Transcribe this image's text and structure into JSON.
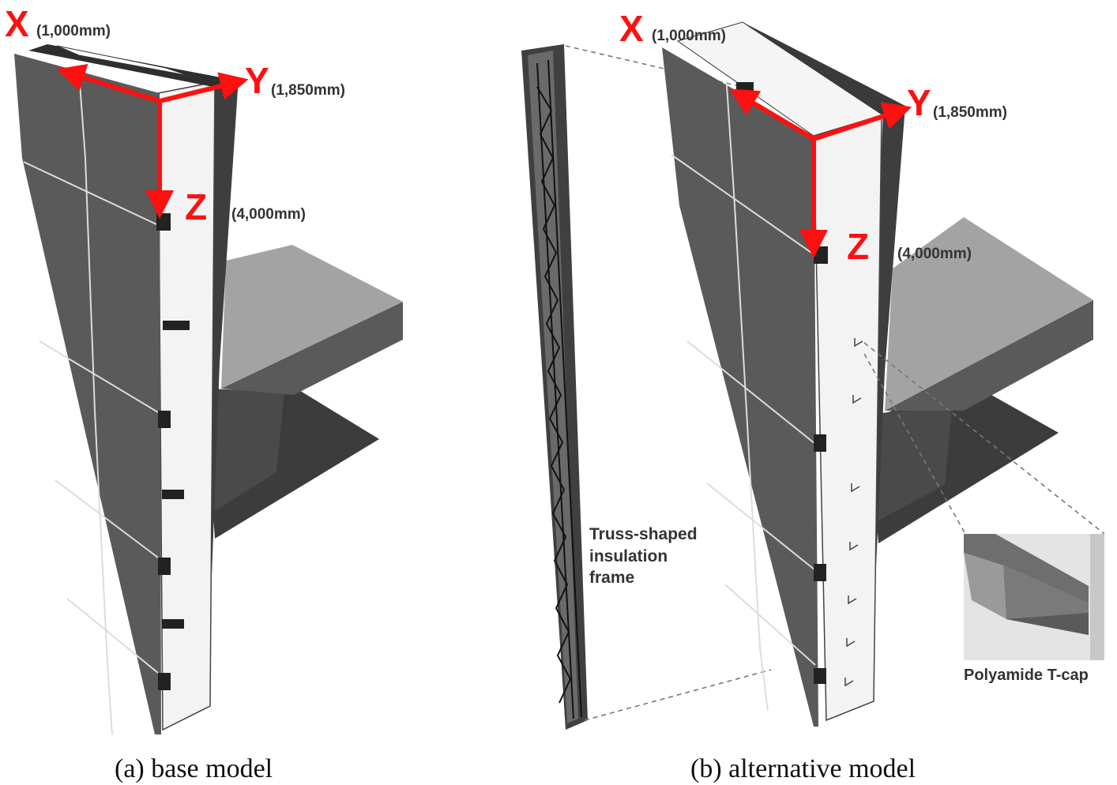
{
  "panel_a": {
    "axis_x": "X",
    "axis_y": "Y",
    "axis_z": "Z",
    "dim_x": "(1,000mm)",
    "dim_y": "(1,850mm)",
    "dim_z": "(4,000mm)",
    "caption": "(a) base model"
  },
  "panel_b": {
    "axis_x": "X",
    "axis_y": "Y",
    "axis_z": "Z",
    "dim_x": "(1,000mm)",
    "dim_y": "(1,850mm)",
    "dim_z": "(4,000mm)",
    "truss_label_1": "Truss-shaped",
    "truss_label_2": "insulation",
    "truss_label_3": "frame",
    "tcap_label": "Polyamide T-cap",
    "caption": "(b) alternative model"
  },
  "colors": {
    "axis_arrow": "#ff1010",
    "panel_dark": "#555555",
    "slab_top": "#a0a0a0",
    "insulation": "#f2f2f2"
  }
}
